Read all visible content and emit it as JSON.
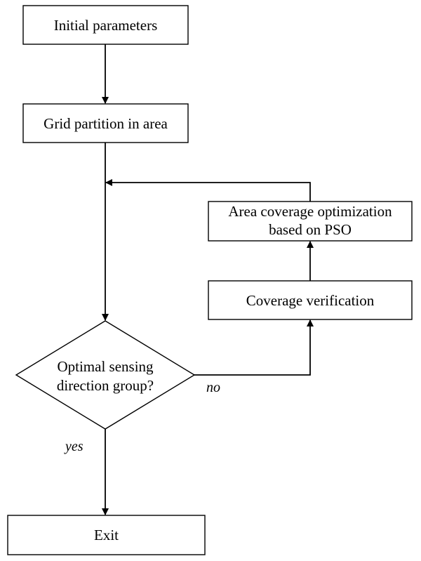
{
  "nodes": {
    "initial": {
      "label": "Initial parameters"
    },
    "grid": {
      "label": "Grid partition in area"
    },
    "pso": {
      "line1": "Area coverage optimization",
      "line2": "based on PSO"
    },
    "verify": {
      "label": "Coverage verification"
    },
    "decision": {
      "line1": "Optimal sensing",
      "line2": "direction group?"
    },
    "exit": {
      "label": "Exit"
    }
  },
  "edges": {
    "no_label": "no",
    "yes_label": "yes"
  }
}
